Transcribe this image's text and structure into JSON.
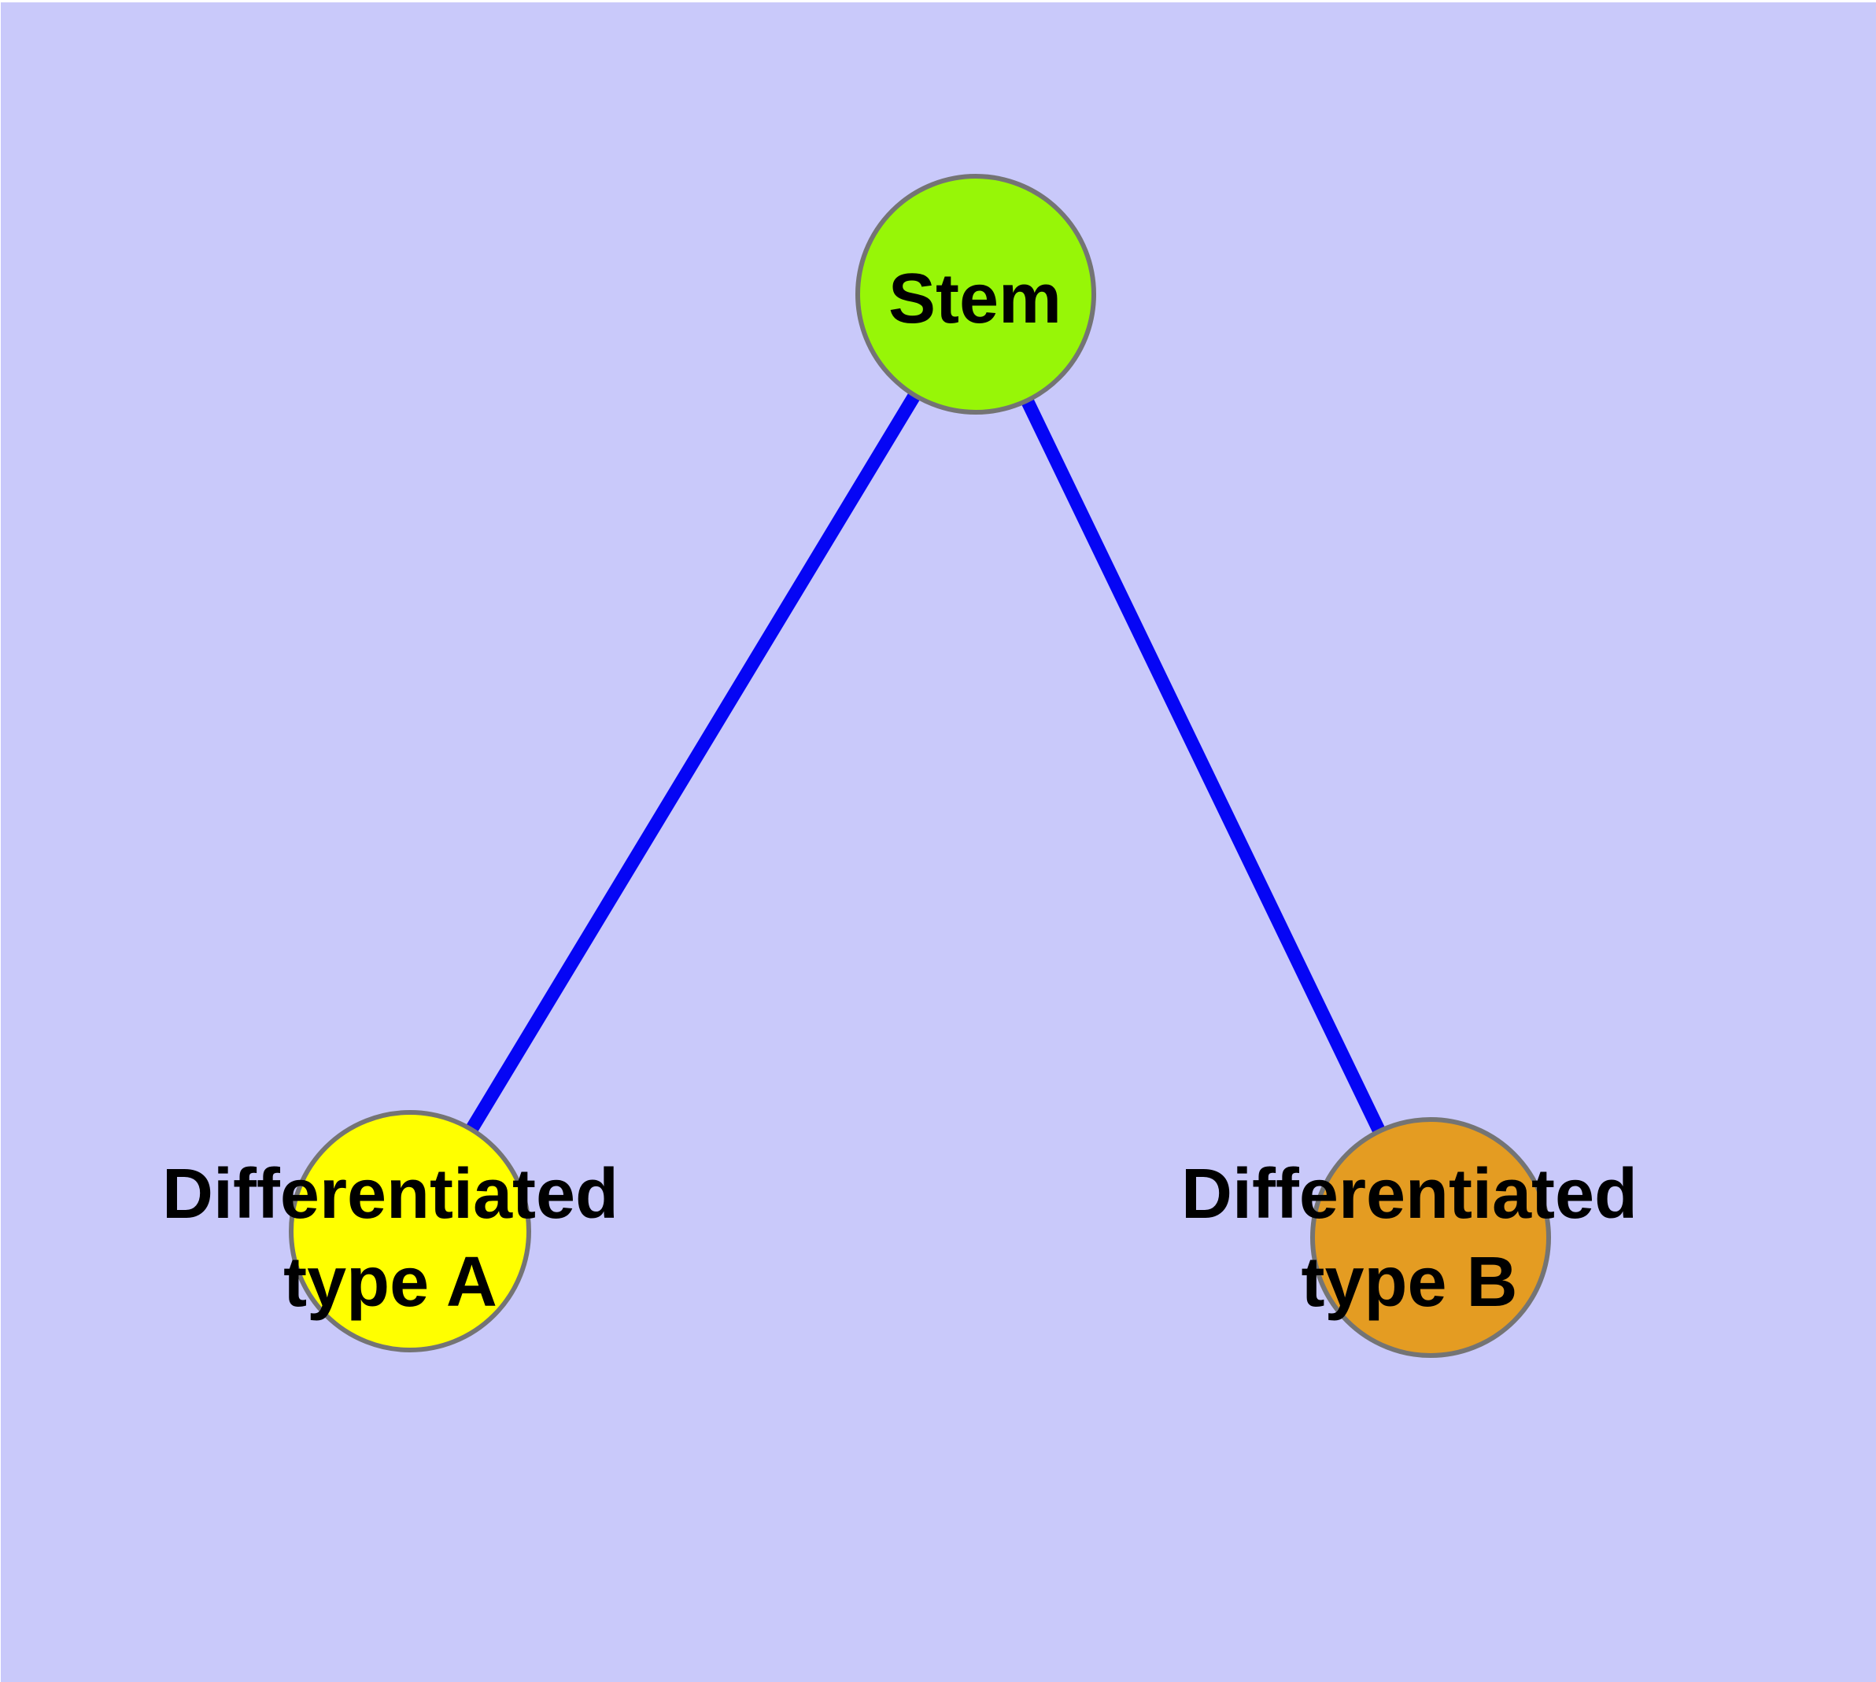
{
  "diagram": {
    "kind": "graph",
    "background_color": "#C9C9FA",
    "page_margin_color": "#FFFFFF",
    "edge_color": "#0505F5",
    "node_border_color": "#747474",
    "label_color": "#000000",
    "nodes": [
      {
        "id": "stem",
        "label_lines": [
          "Stem"
        ],
        "fill": "#97F607"
      },
      {
        "id": "differentiated-type-a",
        "label_lines": [
          "Differentiated",
          "type A"
        ],
        "fill": "#FFFF00"
      },
      {
        "id": "differentiated-type-b",
        "label_lines": [
          "Differentiated",
          "type B"
        ],
        "fill": "#E49C22"
      }
    ],
    "edges": [
      {
        "from": "Stem",
        "to": "Differentiated type A"
      },
      {
        "from": "Stem",
        "to": "Differentiated type B"
      }
    ]
  }
}
